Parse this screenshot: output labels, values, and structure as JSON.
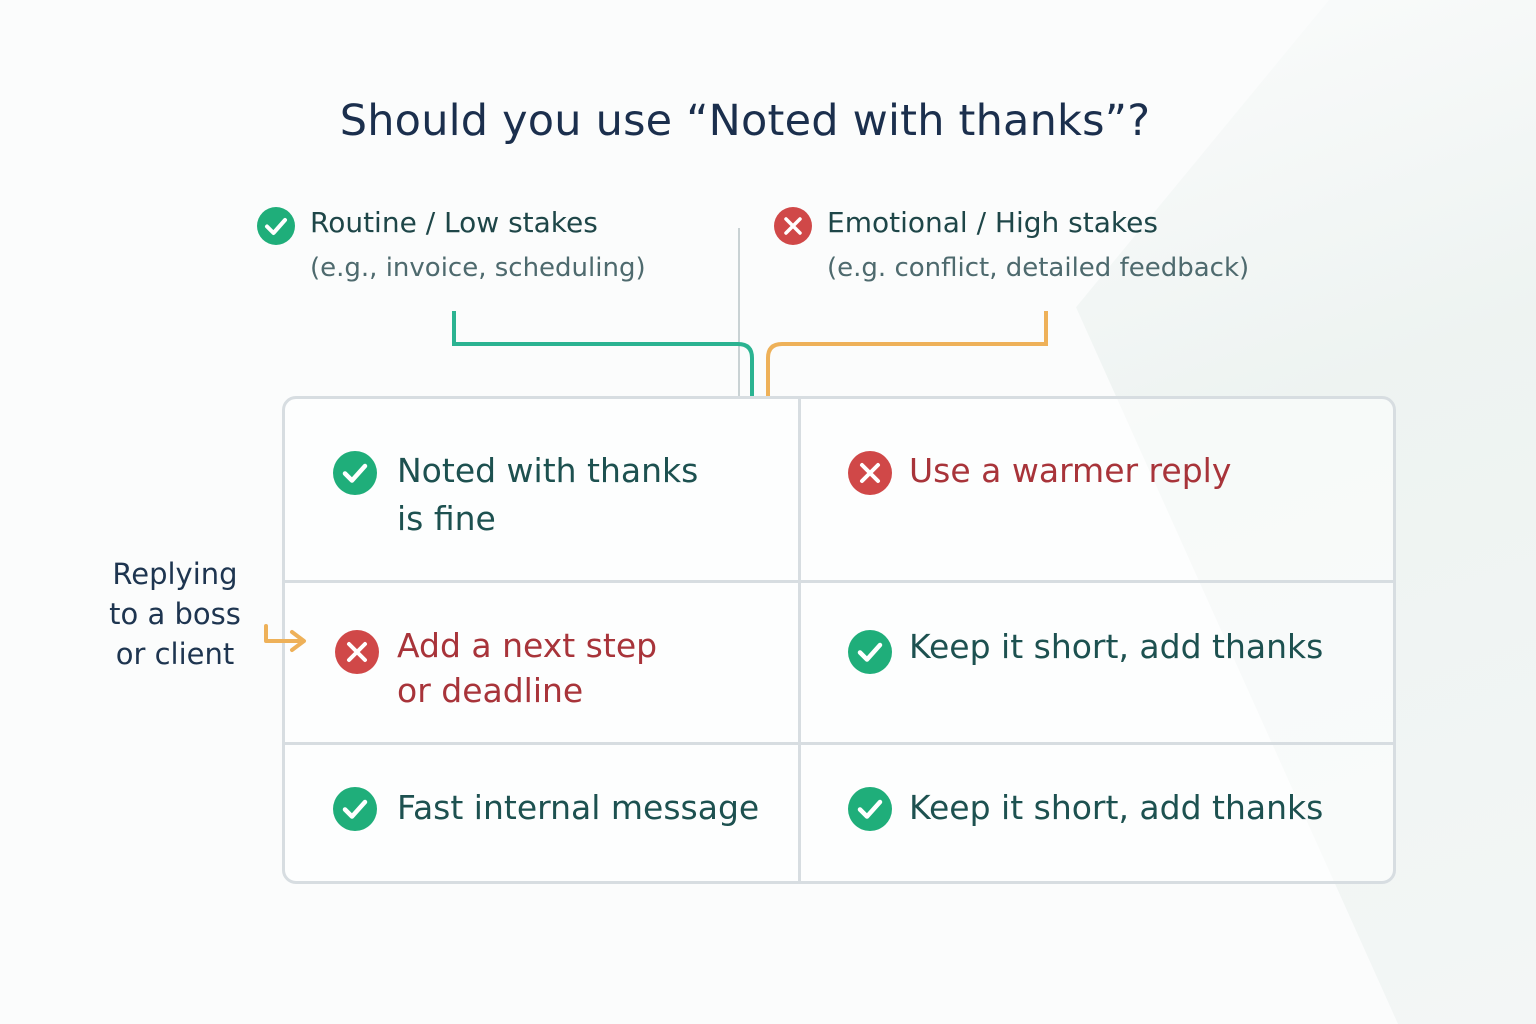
{
  "title": "Should you use “Noted with thanks”?",
  "columns": [
    {
      "status": "check",
      "label": "Routine / Low stakes",
      "example": "(e.g., invoice, scheduling)"
    },
    {
      "status": "cross",
      "label": "Emotional / High stakes",
      "example": "(e.g. conflict, detailed feedback)"
    }
  ],
  "row_label": [
    "Replying",
    "to a boss",
    "or client"
  ],
  "cells": [
    {
      "status": "check",
      "lines": [
        "Noted with thanks",
        "is fine"
      ]
    },
    {
      "status": "cross",
      "lines": [
        "Use a warmer reply"
      ]
    },
    {
      "status": "cross",
      "lines": [
        "Add a next step",
        "or deadline"
      ]
    },
    {
      "status": "check",
      "lines": [
        "Keep it short, add thanks"
      ]
    },
    {
      "status": "check",
      "lines": [
        "Fast internal message"
      ]
    },
    {
      "status": "check",
      "lines": [
        "Keep it short, add thanks"
      ]
    }
  ],
  "colors": {
    "check": "#1fae7a",
    "cross": "#d04848",
    "green_connector": "#2bb391",
    "orange_connector": "#eeb159",
    "green_text": "#1d5150",
    "red_text": "#a8343a"
  },
  "icons": {
    "check": "check-circle-icon",
    "cross": "x-circle-icon",
    "arrow": "arrow-right-icon"
  }
}
